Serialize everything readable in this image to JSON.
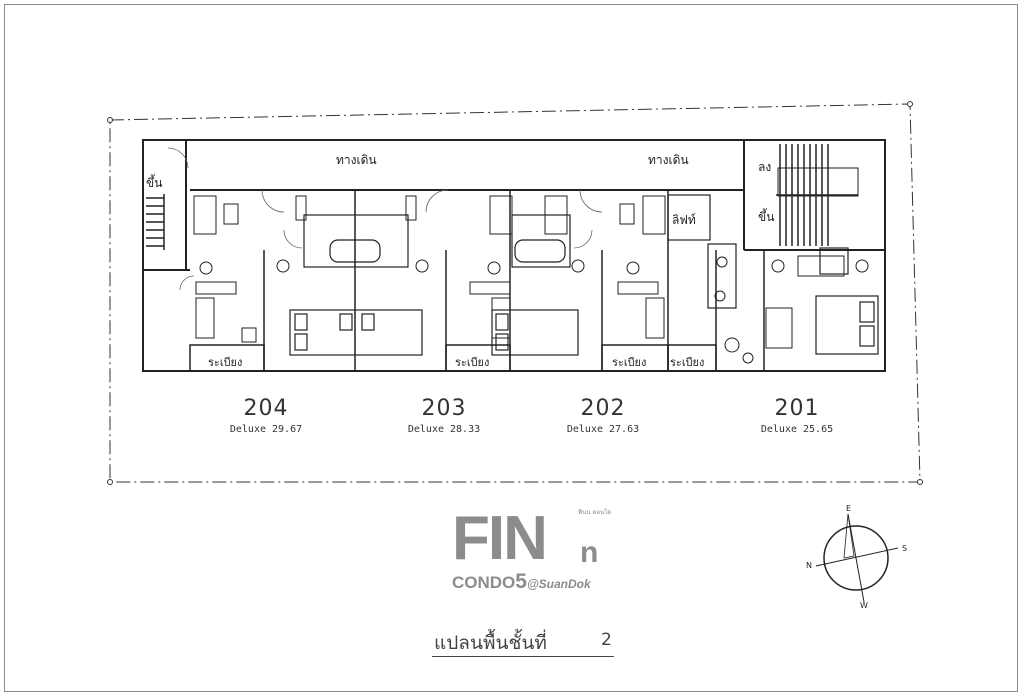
{
  "plan": {
    "title": "แปลนพื้นชั้นที่",
    "floor": "2",
    "corridor_label": "ทางเดิน",
    "balcony_label": "ระเบียง",
    "lift_label": "ลิฟท์",
    "stair_up_label": "ขึ้น",
    "stair_down_label": "ลง"
  },
  "units": [
    {
      "number": "204",
      "type": "Deluxe 29.67"
    },
    {
      "number": "203",
      "type": "Deluxe 28.33"
    },
    {
      "number": "202",
      "type": "Deluxe 27.63"
    },
    {
      "number": "201",
      "type": "Deluxe 25.65"
    }
  ],
  "logo": {
    "name": "FIN",
    "name_suffix": "n",
    "small_text": "ฟินน คอนโด",
    "line_condo": "CONDO",
    "line_number": "5",
    "line_location": "@SuanDok"
  },
  "compass": {
    "north": "N",
    "east": "E",
    "south": "S",
    "west": "W"
  }
}
